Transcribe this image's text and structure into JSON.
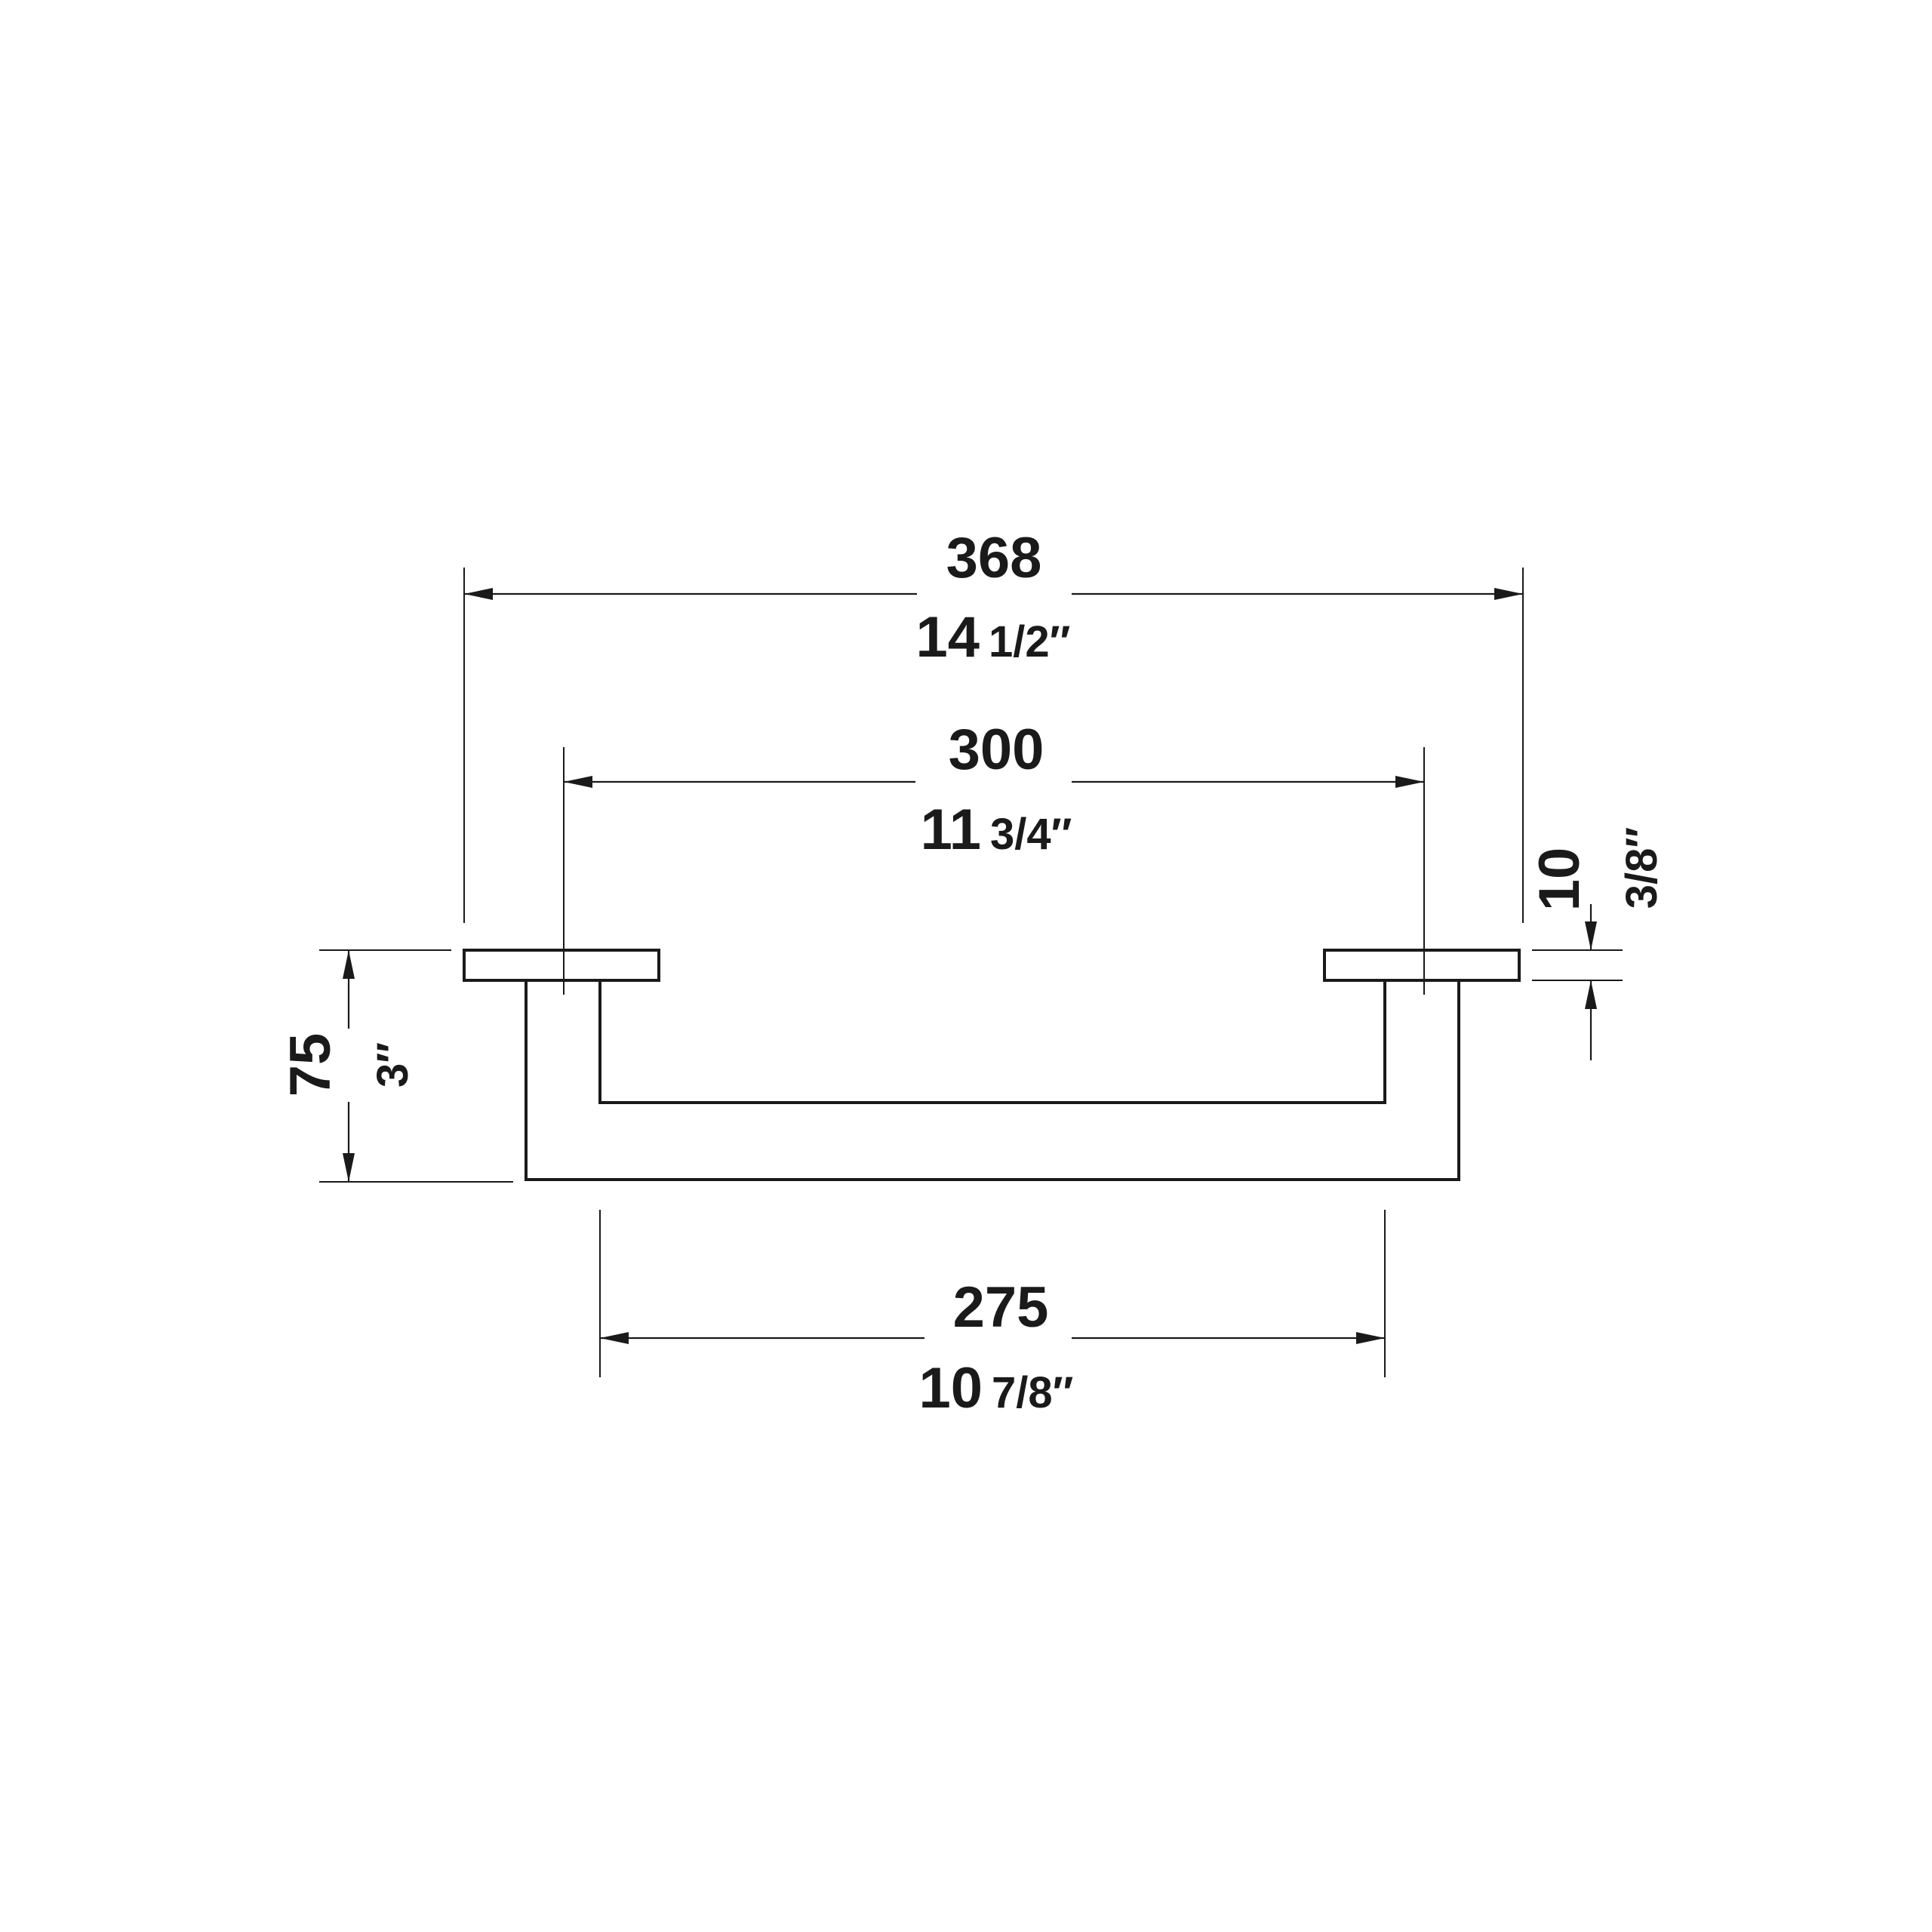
{
  "dimensions": {
    "overall_width": {
      "mm": "368",
      "inch_whole": "14",
      "inch_frac": "1/2″"
    },
    "mount_spacing": {
      "mm": "300",
      "inch_whole": "11",
      "inch_frac": "3/4″"
    },
    "grip_length": {
      "mm": "275",
      "inch_whole": "10",
      "inch_frac": "7/8″"
    },
    "projection": {
      "mm": "75",
      "inch": "3″"
    },
    "flange_thickness": {
      "mm": "10",
      "inch": "3/8″"
    }
  },
  "colors": {
    "line": "#1a1a1a",
    "background": "#ffffff"
  }
}
